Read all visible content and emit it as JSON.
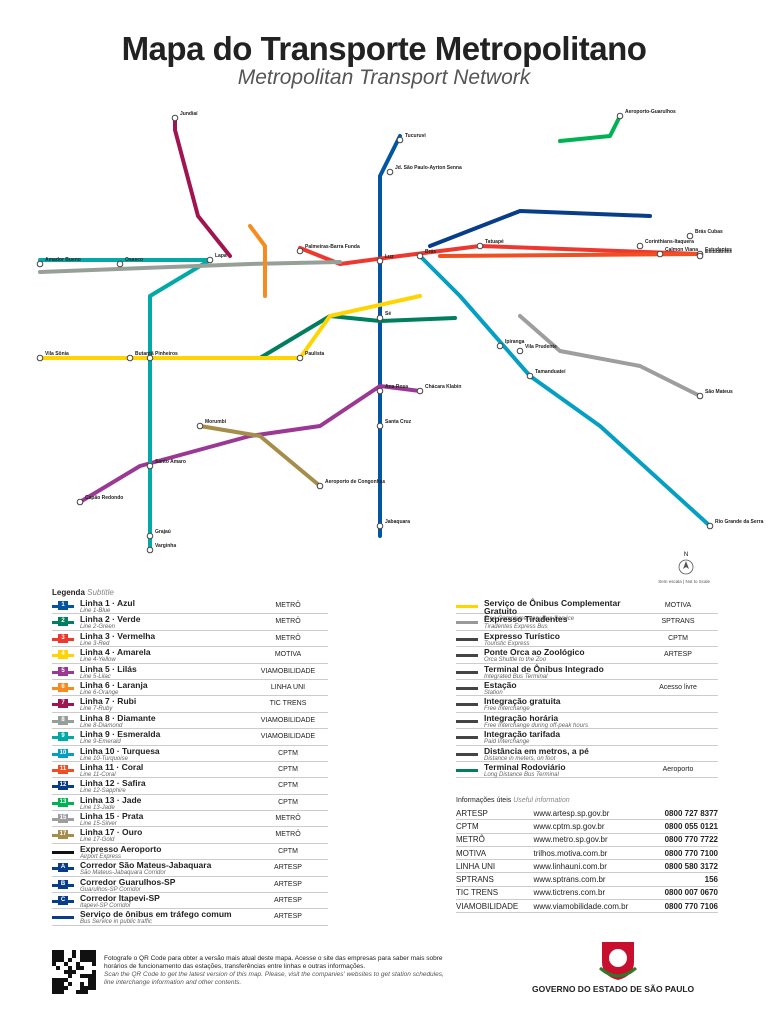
{
  "header": {
    "title": "Mapa do Transporte Metropolitano",
    "subtitle": "Metropolitan Transport Network"
  },
  "colors": {
    "l1": "#0455A1",
    "l2": "#007E5E",
    "l3": "#EE372F",
    "l4": "#FFD400",
    "l5": "#9B3894",
    "l6": "#F68B1F",
    "l7": "#A0144F",
    "l8": "#97A098",
    "l9": "#01A9A7",
    "l10": "#049FC3",
    "l11": "#F04E23",
    "l12": "#083E89",
    "l13": "#00B352",
    "l15": "#9E9E9E",
    "l17": "#A58D4A",
    "bus": "#333333"
  },
  "stations": [
    {
      "id": "jundiai",
      "label": "Jundiaí"
    },
    {
      "id": "tucuruvi",
      "label": "Tucuruvi"
    },
    {
      "id": "luz",
      "label": "Luz"
    },
    {
      "id": "se",
      "label": "Sé"
    },
    {
      "id": "barrafunda",
      "label": "Palmeiras-Barra Funda"
    },
    {
      "id": "brás",
      "label": "Brás"
    },
    {
      "id": "tatuape",
      "label": "Tatuapé"
    },
    {
      "id": "itaquera",
      "label": "Corinthians-Itaquera"
    },
    {
      "id": "jabaquara",
      "label": "Jabaquara"
    },
    {
      "id": "paulista",
      "label": "Paulista"
    },
    {
      "id": "pinheiros",
      "label": "Pinheiros"
    },
    {
      "id": "santoamaro",
      "label": "Santo Amaro"
    },
    {
      "id": "vila_prudente",
      "label": "Vila Prudente"
    },
    {
      "id": "luz_e",
      "label": "Estudantes"
    },
    {
      "id": "lapa",
      "label": "Lapa"
    },
    {
      "id": "grajau",
      "label": "Grajaú"
    },
    {
      "id": "varginha",
      "label": "Varginha"
    },
    {
      "id": "jardinsp",
      "label": "Jd. São Paulo-Ayrton Senna"
    },
    {
      "id": "vila_sonia",
      "label": "Vila Sônia"
    },
    {
      "id": "capao",
      "label": "Capão Redondo"
    },
    {
      "id": "rio_grande",
      "label": "Rio Grande da Serra"
    },
    {
      "id": "aeroporto",
      "label": "Aeroporto-Guarulhos"
    },
    {
      "id": "sao_mateus",
      "label": "São Mateus"
    },
    {
      "id": "butanta",
      "label": "Butantã"
    },
    {
      "id": "morumbi",
      "label": "Morumbi"
    },
    {
      "id": "chacara",
      "label": "Chácara Klabin"
    },
    {
      "id": "ana_rosa",
      "label": "Ana Rosa"
    },
    {
      "id": "santa_cruz",
      "label": "Santa Cruz"
    },
    {
      "id": "ipiranga",
      "label": "Ipiranga"
    },
    {
      "id": "tamanduatei",
      "label": "Tamanduateí"
    },
    {
      "id": "congonhas",
      "label": "Aeroporto de Congonhas"
    },
    {
      "id": "osasco",
      "label": "Osasco"
    },
    {
      "id": "amador",
      "label": "Amador Bueno"
    },
    {
      "id": "calmon",
      "label": "Calmon Viana"
    },
    {
      "id": "estudantes",
      "label": "Estudantes"
    },
    {
      "id": "bras_cubas",
      "label": "Brás Cubas"
    }
  ],
  "legend": {
    "head": "Legenda",
    "head_en": "Subtitle",
    "left": [
      {
        "num": "1",
        "name": "Linha 1 · Azul",
        "en": "Line 1-Blue",
        "op": "METRÔ",
        "color": "#0455A1"
      },
      {
        "num": "2",
        "name": "Linha 2 · Verde",
        "en": "Line 2-Green",
        "op": "METRÔ",
        "color": "#007E5E"
      },
      {
        "num": "3",
        "name": "Linha 3 · Vermelha",
        "en": "Line 3-Red",
        "op": "METRÔ",
        "color": "#EE372F"
      },
      {
        "num": "4",
        "name": "Linha 4 · Amarela",
        "en": "Line 4-Yellow",
        "op": "MOTIVA",
        "color": "#FFD400"
      },
      {
        "num": "5",
        "name": "Linha 5 · Lilás",
        "en": "Line 5-Lilac",
        "op": "VIAMOBILIDADE",
        "color": "#9B3894"
      },
      {
        "num": "6",
        "name": "Linha 6 · Laranja",
        "en": "Line 6-Orange",
        "op": "LINHA UNI",
        "color": "#F68B1F"
      },
      {
        "num": "7",
        "name": "Linha 7 · Rubi",
        "en": "Line 7-Ruby",
        "op": "TIC TRENS",
        "color": "#A0144F"
      },
      {
        "num": "8",
        "name": "Linha 8 · Diamante",
        "en": "Line 8-Diamond",
        "op": "VIAMOBILIDADE",
        "color": "#97A098"
      },
      {
        "num": "9",
        "name": "Linha 9 · Esmeralda",
        "en": "Line 9-Emerald",
        "op": "VIAMOBILIDADE",
        "color": "#01A9A7"
      },
      {
        "num": "10",
        "name": "Linha 10 · Turquesa",
        "en": "Line 10-Turquoise",
        "op": "CPTM",
        "color": "#049FC3"
      },
      {
        "num": "11",
        "name": "Linha 11 · Coral",
        "en": "Line 11-Coral",
        "op": "CPTM",
        "color": "#F04E23"
      },
      {
        "num": "12",
        "name": "Linha 12 · Safira",
        "en": "Line 12-Sapphire",
        "op": "CPTM",
        "color": "#083E89"
      },
      {
        "num": "13",
        "name": "Linha 13 · Jade",
        "en": "Line 13-Jade",
        "op": "CPTM",
        "color": "#00B352"
      },
      {
        "num": "15",
        "name": "Linha 15 · Prata",
        "en": "Line 15-Silver",
        "op": "METRÔ",
        "color": "#9E9E9E"
      },
      {
        "num": "17",
        "name": "Linha 17 · Ouro",
        "en": "Line 17-Gold",
        "op": "METRÔ",
        "color": "#A58D4A"
      },
      {
        "num": "",
        "name": "Expresso Aeroporto",
        "en": "Airport Express",
        "op": "CPTM",
        "color": "#111111"
      },
      {
        "num": "A",
        "name": "Corredor São Mateus-Jabaquara",
        "en": "São Mateus-Jabaquara Corridor",
        "op": "ARTESP",
        "color": "#083E89"
      },
      {
        "num": "B",
        "name": "Corredor Guarulhos-SP",
        "en": "Guarulhos-SP Corridor",
        "op": "ARTESP",
        "color": "#083E89"
      },
      {
        "num": "C",
        "name": "Corredor Itapevi-SP",
        "en": "Itapevi-SP Corridor",
        "op": "ARTESP",
        "color": "#083E89"
      },
      {
        "num": "",
        "name": "Serviço de ônibus em tráfego comum",
        "en": "Bus Service in public traffic",
        "op": "ARTESP",
        "color": "#083E89"
      }
    ],
    "right": [
      {
        "name": "Serviço de Ônibus Complementar Gratuito",
        "en": "Free Complementary Bus Service",
        "op": "MOTIVA",
        "color": "#FFD400"
      },
      {
        "name": "Expresso Tiradentes",
        "en": "Tiradentes Express Bus",
        "op": "SPTRANS",
        "color": "#999999"
      },
      {
        "name": "Expresso Turístico",
        "en": "Touristic Express",
        "op": "CPTM",
        "color": "#444444"
      },
      {
        "name": "Ponte Orca ao Zoológico",
        "en": "Orca Shuttle to the Zoo",
        "op": "ARTESP",
        "color": "#444444"
      },
      {
        "name": "Terminal de Ônibus Integrado",
        "en": "Integrated Bus Terminal",
        "op": "",
        "color": "#444444"
      },
      {
        "name": "Estação",
        "en": "Station",
        "op": "Acesso livre",
        "color": "#444444"
      },
      {
        "name": "Integração gratuita",
        "en": "Free Interchange",
        "op": "",
        "color": "#444444"
      },
      {
        "name": "Integração horária",
        "en": "Free Interchange during off-peak hours",
        "op": "",
        "color": "#444444"
      },
      {
        "name": "Integração tarifada",
        "en": "Paid Interchange",
        "op": "",
        "color": "#444444"
      },
      {
        "name": "Distância em metros, a pé",
        "en": "Distance in meters, on foot",
        "op": "",
        "color": "#444444"
      },
      {
        "name": "Terminal Rodoviário",
        "en": "Long Distance Bus Terminal",
        "op": "Aeroporto",
        "color": "#007E5E"
      }
    ]
  },
  "info": {
    "head": "Informações úteis",
    "head_en": "Useful information",
    "rows": [
      {
        "op": "ARTESP",
        "url": "www.artesp.sp.gov.br",
        "phone": "0800 727 8377"
      },
      {
        "op": "CPTM",
        "url": "www.cptm.sp.gov.br",
        "phone": "0800 055 0121"
      },
      {
        "op": "METRÔ",
        "url": "www.metro.sp.gov.br",
        "phone": "0800 770 7722"
      },
      {
        "op": "MOTIVA",
        "url": "trilhos.motiva.com.br",
        "phone": "0800 770 7100"
      },
      {
        "op": "LINHA UNI",
        "url": "www.linhauni.com.br",
        "phone": "0800 580 3172"
      },
      {
        "op": "SPTRANS",
        "url": "www.sptrans.com.br",
        "phone": "156"
      },
      {
        "op": "TIC TRENS",
        "url": "www.tictrens.com.br",
        "phone": "0800 007 0670"
      },
      {
        "op": "VIAMOBILIDADE",
        "url": "www.viamobilidade.com.br",
        "phone": "0800 770 7106"
      }
    ]
  },
  "footer": {
    "pt": "Fotografe o QR Code para obter a versão mais atual deste mapa. Acesse o site das empresas para saber mais sobre horários de funcionamento das estações, transferências entre linhas e outras informações.",
    "en": "Scan the QR Code to get the latest version of this map. Please, visit the companies' websites to get station schedules, line interchange information and other contents.",
    "gov": "GOVERNO DO ESTADO DE SÃO PAULO",
    "scale": "Sem escala | Not to Scale"
  }
}
